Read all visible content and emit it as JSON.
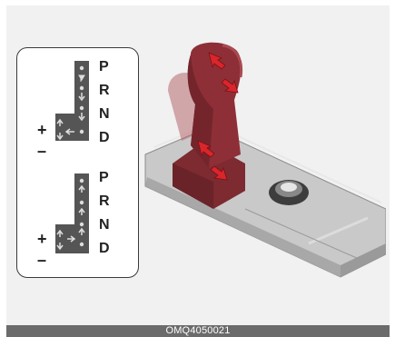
{
  "figure_code": "OMQ4050021",
  "pattern_top": {
    "gears": [
      "P",
      "R",
      "N",
      "D"
    ],
    "plus": "+",
    "minus": "–"
  },
  "pattern_bottom": {
    "gears": [
      "P",
      "R",
      "N",
      "D"
    ],
    "plus": "+",
    "minus": "–"
  },
  "colors": {
    "lever": "#8e2f37",
    "arrow": "#d8262c",
    "gate": "#555555",
    "console": "#bdbdbd"
  },
  "icons": [
    "gate-pattern-diagram",
    "rotation-arrow-icon",
    "gear-lever",
    "rotary-dial"
  ]
}
